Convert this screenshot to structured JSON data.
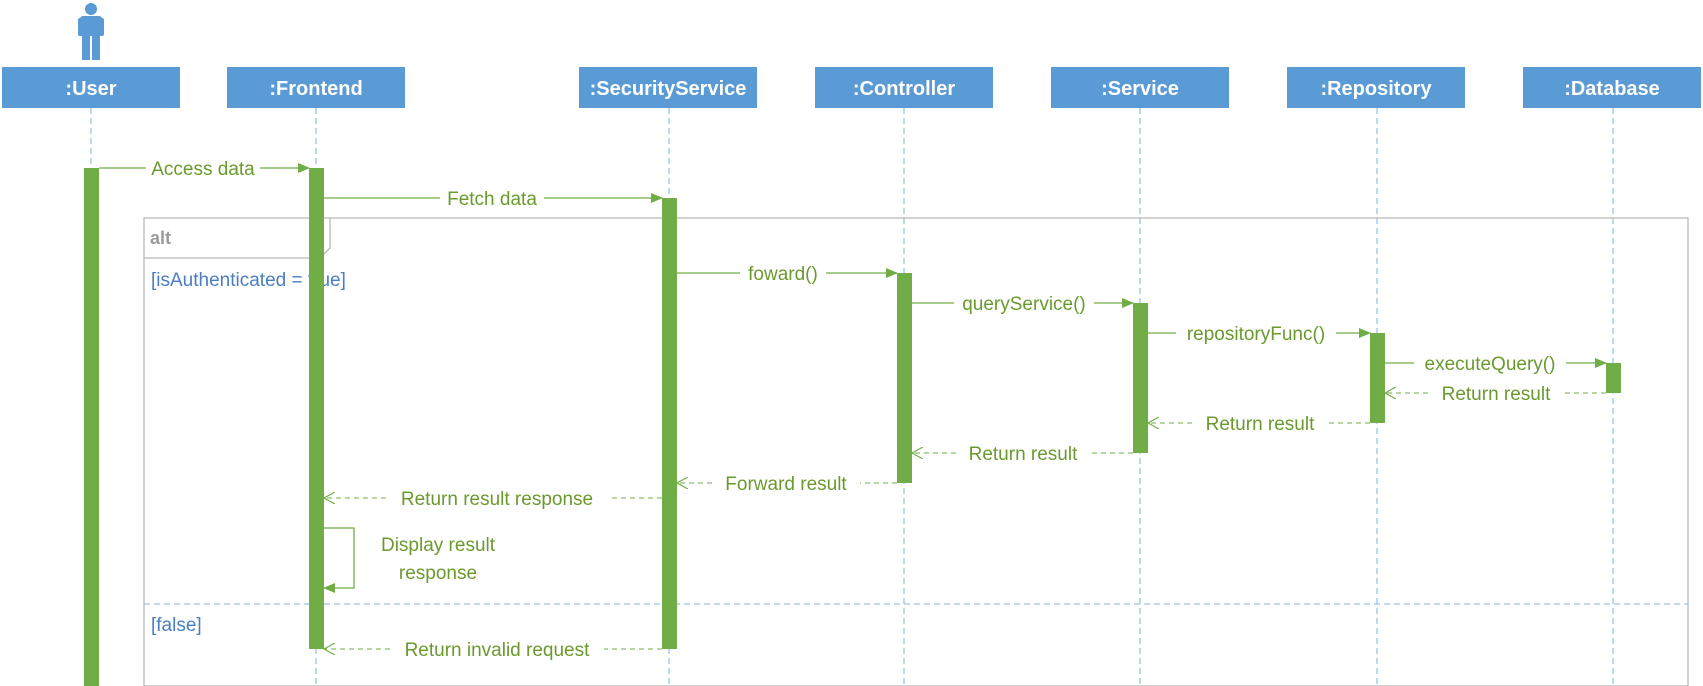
{
  "colors": {
    "header_fill": "#5b9bd5",
    "lifeline": "#9dc3e6",
    "activation": "#70ad47",
    "message": "#6a9a2e",
    "guard": "#4a7ec4",
    "frame": "#a6a6a6"
  },
  "actor_icon": "person-icon",
  "participants": [
    ":User",
    ":Frontend",
    ":SecurityService",
    ":Controller",
    ":Service",
    ":Repository",
    ":Database"
  ],
  "fragment": {
    "operator": "alt",
    "guards": [
      "[isAuthenticated = true]",
      "[false]"
    ]
  },
  "messages": [
    {
      "label": "Access data",
      "kind": "sync"
    },
    {
      "label": "Fetch data",
      "kind": "sync"
    },
    {
      "label": "foward()",
      "kind": "sync"
    },
    {
      "label": "queryService()",
      "kind": "sync"
    },
    {
      "label": "repositoryFunc()",
      "kind": "sync"
    },
    {
      "label": "executeQuery()",
      "kind": "sync"
    },
    {
      "label": "Return result",
      "kind": "return"
    },
    {
      "label": "Return result",
      "kind": "return"
    },
    {
      "label": "Return result",
      "kind": "return"
    },
    {
      "label": "Forward result",
      "kind": "return"
    },
    {
      "label": "Return result response",
      "kind": "return"
    },
    {
      "label": "Display result",
      "kind": "self"
    },
    {
      "label": "response",
      "kind": "self"
    },
    {
      "label": "Return invalid request",
      "kind": "return"
    }
  ]
}
